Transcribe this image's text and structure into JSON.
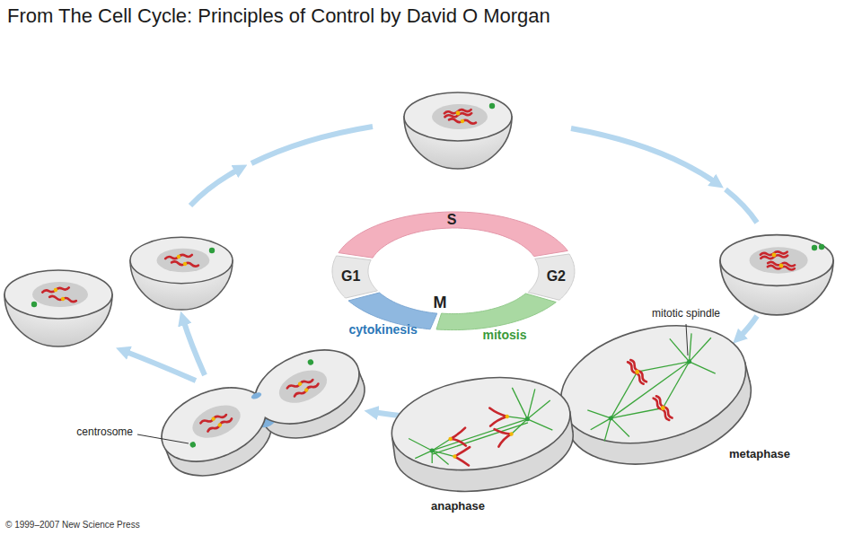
{
  "diagram": {
    "title": "From The Cell Cycle: Principles of Control by David O Morgan",
    "nodes": [
      {
        "text": [
          "S"
        ]
      },
      {
        "text": [
          "G1"
        ]
      },
      {
        "text": [
          "G2"
        ]
      },
      {
        "text": [
          "cytokinesis"
        ]
      },
      {
        "text": [
          "mitosis"
        ]
      }
    ],
    "labels": [
      "M",
      "mitotic spindle",
      "centrosome",
      "metaphase",
      "anaphase",
      "© 1999–2007 New Science Press"
    ]
  }
}
